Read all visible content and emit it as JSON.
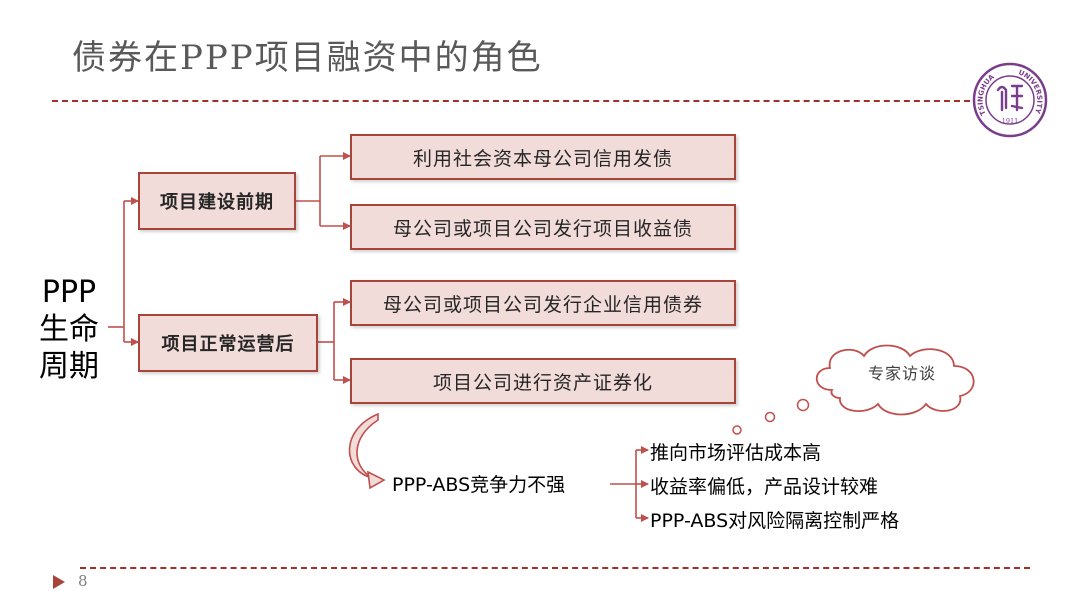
{
  "title": "债券在PPP项目融资中的角色",
  "lifecycle_label": [
    "PPP",
    "生命",
    "周期"
  ],
  "phases": [
    {
      "label": "项目建设前期",
      "methods": [
        "利用社会资本母公司信用发债",
        "母公司或项目公司发行项目收益债"
      ]
    },
    {
      "label": "项目正常运营后",
      "methods": [
        "母公司或项目公司发行企业信用债券",
        "项目公司进行资产证券化"
      ]
    }
  ],
  "abs_conclusion": "PPP-ABS竞争力不强",
  "reasons": [
    "推向市场评估成本高",
    "收益率偏低，产品设计较难",
    "PPP-ABS对风险隔离控制严格"
  ],
  "cloud_note": "专家访谈",
  "logo_text": {
    "ring_left": "TSINGHUA",
    "ring_right": "UNIVERSITY",
    "year": "1911"
  },
  "page_number": "8",
  "colors": {
    "accent": "#a8453a",
    "box_fill": "#f2dcda",
    "connector": "#c0504d",
    "logo": "#7a3d8c"
  }
}
